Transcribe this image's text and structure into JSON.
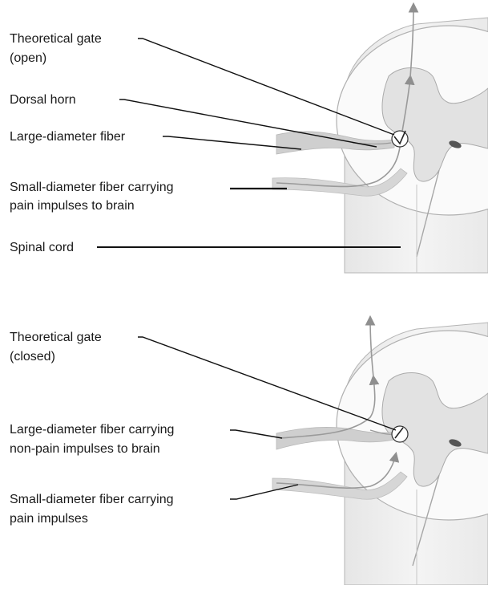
{
  "top_panel": {
    "gate_label": [
      "Theoretical gate",
      "(open)"
    ],
    "dorsal_horn_label": "Dorsal horn",
    "large_fiber_label": "Large-diameter fiber",
    "small_fiber_label": [
      "Small-diameter fiber carrying",
      "pain impulses to brain"
    ],
    "spinal_cord_label": "Spinal cord"
  },
  "bottom_panel": {
    "gate_label": [
      "Theoretical gate",
      "(closed)"
    ],
    "large_fiber_label": [
      "Large-diameter fiber carrying",
      "non-pain impulses to brain"
    ],
    "small_fiber_label": [
      "Small-diameter fiber carrying",
      "pain impulses"
    ]
  },
  "colors": {
    "cord_fill": "#f1f1f1",
    "white_matter": "#fafafa",
    "gray_matter": "#e2e2e2",
    "fiber": "#cfcfcf",
    "arrow": "#9a9a9a",
    "leader_line": "#111111"
  }
}
